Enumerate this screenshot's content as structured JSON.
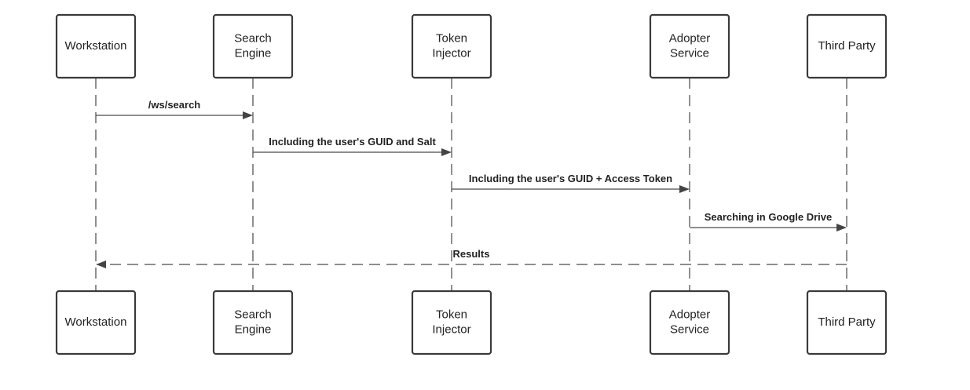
{
  "participants": [
    {
      "id": "workstation",
      "lines": [
        "Workstation"
      ]
    },
    {
      "id": "search-engine",
      "lines": [
        "Search",
        "Engine"
      ]
    },
    {
      "id": "token-injector",
      "lines": [
        "Token",
        "Injector"
      ]
    },
    {
      "id": "adopter-service",
      "lines": [
        "Adopter",
        "Service"
      ]
    },
    {
      "id": "third-party",
      "lines": [
        "Third Party"
      ]
    }
  ],
  "messages": [
    {
      "id": "ws-search",
      "from": "workstation",
      "to": "search-engine",
      "label": "/ws/search",
      "style": "solid"
    },
    {
      "id": "guid-salt",
      "from": "search-engine",
      "to": "token-injector",
      "label": "Including the user's GUID and Salt",
      "style": "solid"
    },
    {
      "id": "guid-token",
      "from": "token-injector",
      "to": "adopter-service",
      "label": "Including the user's GUID + Access Token",
      "style": "solid"
    },
    {
      "id": "google-drive",
      "from": "adopter-service",
      "to": "third-party",
      "label": "Searching in Google Drive",
      "style": "solid"
    },
    {
      "id": "results",
      "from": "third-party",
      "to": "workstation",
      "label": "Results",
      "style": "dashed"
    }
  ]
}
